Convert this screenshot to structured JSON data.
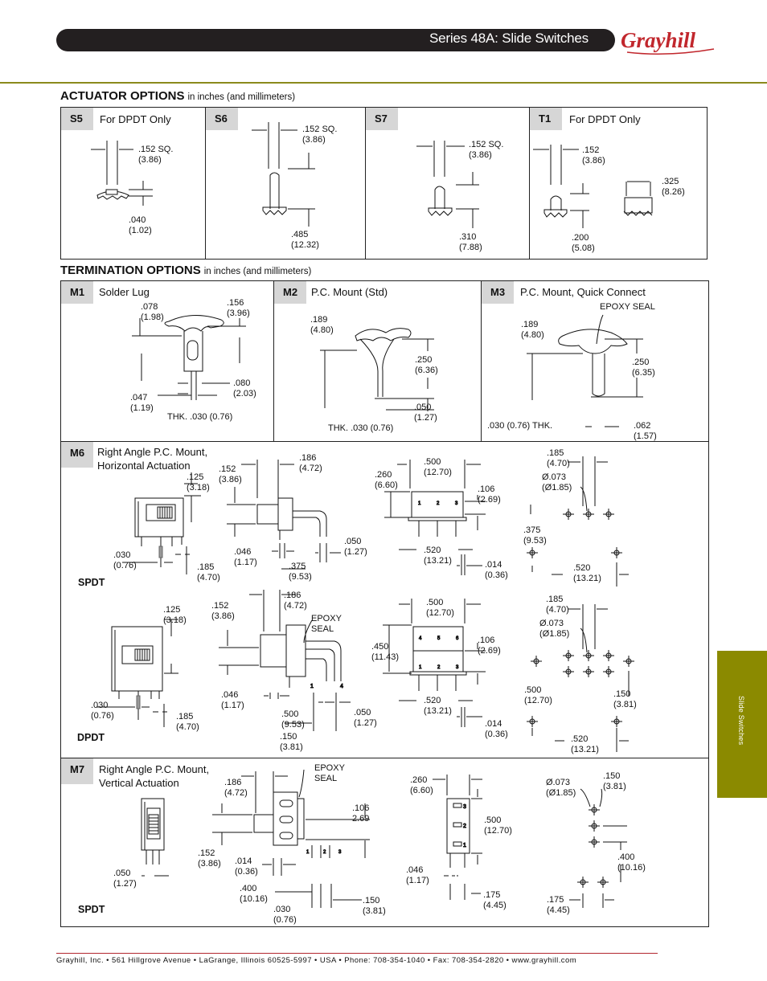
{
  "header": {
    "title": "Series 48A: Slide Switches",
    "logo_text": "Grayhill"
  },
  "actuator": {
    "title": "ACTUATOR OPTIONS",
    "subtitle": "in inches (and millimeters)",
    "s5": {
      "code": "S5",
      "desc": "For DPDT Only",
      "d1": ".152 SQ.\n(3.86)",
      "d2": ".040\n(1.02)"
    },
    "s6": {
      "code": "S6",
      "d1": ".152 SQ.\n(3.86)",
      "d2": ".485\n(12.32)"
    },
    "s7": {
      "code": "S7",
      "d1": ".152 SQ.\n(3.86)",
      "d2": ".310\n(7.88)"
    },
    "t1": {
      "code": "T1",
      "desc": "For DPDT Only",
      "d1": ".152\n(3.86)",
      "d2": ".325\n(8.26)",
      "d3": ".200\n(5.08)"
    }
  },
  "termination": {
    "title": "TERMINATION OPTIONS",
    "subtitle": "in inches (and millimeters)",
    "m1": {
      "code": "M1",
      "desc": "Solder Lug",
      "d1": ".078\n(1.98)",
      "d2": ".156\n(3.96)",
      "d3": ".080\n(2.03)",
      "d4": ".047\n(1.19)",
      "d5": "THK. .030 (0.76)"
    },
    "m2": {
      "code": "M2",
      "desc": "P.C. Mount (Std)",
      "d1": ".189\n(4.80)",
      "d2": ".250\n(6.36)",
      "d3": ".050\n(1.27)",
      "d4": "THK. .030 (0.76)"
    },
    "m3": {
      "code": "M3",
      "desc": "P.C. Mount, Quick Connect",
      "d0": "EPOXY SEAL",
      "d1": ".189\n(4.80)",
      "d2": ".250\n(6.35)",
      "d3": ".030 (0.76) THK.",
      "d4": ".062\n(1.57)"
    },
    "m6": {
      "code": "M6",
      "desc": "Right Angle P.C. Mount,\nHorizontal Actuation",
      "spdt": "SPDT",
      "dpdt": "DPDT",
      "a1": ".125\n(3.18)",
      "a2": ".152\n(3.86)",
      "a3": ".186\n(4.72)",
      "a4": ".260\n(6.60)",
      "a5": ".500\n(12.70)",
      "a6": ".106\n(2.69)",
      "a7": ".185\n(4.70)",
      "a8": "Ø.073\n(Ø1.85)",
      "a9": ".050\n(1.27)",
      "a10": ".030\n(0.76)",
      "a11": ".046\n(1.17)",
      "a12": ".185\n(4.70)",
      "a13": ".375\n(9.53)",
      "a14": ".520\n(13.21)",
      "a15": ".375\n(9.53)",
      "a16": ".014\n(0.36)",
      "a17": ".520\n(13.21)",
      "b1": ".125\n(3.18)",
      "b2": ".152\n(3.86)",
      "b3": ".186\n(4.72)",
      "b4": "EPOXY\nSEAL",
      "b5": ".500\n(12.70)",
      "b6": ".185\n(4.70)",
      "b7": "Ø.073\n(Ø1.85)",
      "b8": ".450\n(11.43)",
      "b9": ".106\n(2.69)",
      "b10": ".046\n(1.17)",
      "b11": ".500\n(12.70)",
      "b12": ".150\n(3.81)",
      "b13": ".030\n(0.76)",
      "b14": ".185\n(4.70)",
      "b15": ".050\n(1.27)",
      "b16": ".500\n(9.53)",
      "b17": ".150\n(3.81)",
      "b18": ".520\n(13.21)",
      "b19": ".014\n(0.36)",
      "b20": ".520\n(13.21)"
    },
    "m7": {
      "code": "M7",
      "desc": "Right Angle P.C. Mount,\nVertical Actuation",
      "spdt": "SPDT",
      "c1": ".186\n(4.72)",
      "c2": "EPOXY\nSEAL",
      "c3": ".106\n2.69",
      "c4": ".260\n(6.60)",
      "c5": ".500\n(12.70)",
      "c6": "Ø.073\n(Ø1.85)",
      "c7": ".150\n(3.81)",
      "c8": ".152\n(3.86)",
      "c9": ".014\n(0.36)",
      "c10": ".050\n(1.27)",
      "c11": ".400\n(10.16)",
      "c12": ".030\n(0.76)",
      "c13": ".150\n(3.81)",
      "c14": ".046\n(1.17)",
      "c15": ".175\n(4.45)",
      "c16": ".400\n(10.16)",
      "c17": ".175\n(4.45)"
    }
  },
  "side_tab": "Slide Switches",
  "footer": "Grayhill, Inc. • 561 Hillgrove Avenue • LaGrange, Illinois 60525-5997 • USA • Phone: 708-354-1040 • Fax: 708-354-2820 • www.grayhill.com"
}
